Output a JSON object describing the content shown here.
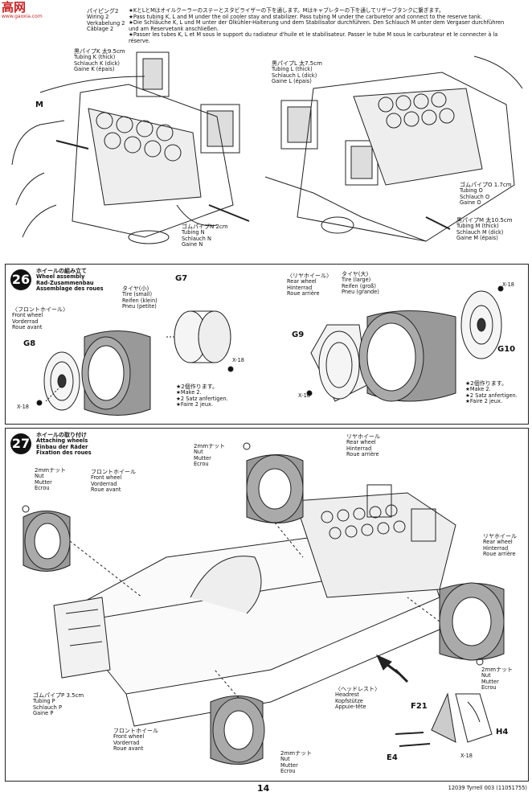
{
  "watermark": {
    "text": "高网",
    "sub": "www.gaoxia.com"
  },
  "step25": {
    "title_lines": [
      "パイピング2",
      "Wiring 2",
      "Verkabelung 2",
      "Câblage 2"
    ],
    "notes": [
      "★KとLとMはオイルクーラーのステーとスタビライザーの下を通します。Mはキャブレターの下を通してリザーブタンクに繋ぎます。",
      "★Pass tubing K, L and M under the oil cooler stay and stabilizer. Pass tubing M under the carburetor and connect to the reserve tank.",
      "★Die Schläuche K, L und M unter der Ölkühler-Halterung und dem Stabilisator durchführen. Den Schlauch M unter dem Vergaser durchführen",
      "und am Reservetank anschließen.",
      "★Passer les tubes K, L et M sous le support du radiateur d'huile et le stabilisateur. Passer le tube M sous le carburateur et le connecter à la",
      "réserve."
    ],
    "labels": {
      "k": [
        "黒パイプK 太9.5cm",
        "Tubing K (thick)",
        "Schlauch K (dick)",
        "Gaine K (épais)"
      ],
      "l": [
        "黒パイプL 太7.5cm",
        "Tubing L (thick)",
        "Schlauch L (dick)",
        "Gaine L (épais)"
      ],
      "m_part": "M",
      "n": [
        "ゴムパイプN 2cm",
        "Tubing N",
        "Schlauch N",
        "Gaine N"
      ],
      "o": [
        "ゴムパイプO 1.7cm",
        "Tubing O",
        "Schlauch O",
        "Gaine O"
      ],
      "m": [
        "黒パイプM 太10.5cm",
        "Tubing M (thick)",
        "Schlauch M (dick)",
        "Gaine M (épais)"
      ]
    }
  },
  "step26": {
    "number": "26",
    "title_lines": [
      "ホイールの組み立て",
      "Wheel assembly",
      "Rad-Zusammenbau",
      "Assemblage des roues"
    ],
    "front_wheel": [
      "〈フロントホイール〉",
      "Front wheel",
      "Vorderrad",
      "Roue avant"
    ],
    "tire_small": [
      "タイヤ(小)",
      "Tire (small)",
      "Reifen (klein)",
      "Pneu (petite)"
    ],
    "rear_wheel": [
      "〈リヤホイール〉",
      "Rear wheel",
      "Hinterrad",
      "Roue arrière"
    ],
    "tire_large": [
      "タイヤ(大)",
      "Tire (large)",
      "Reifen (groß)",
      "Pneu (grande)"
    ],
    "make2": [
      "★2個作ります。",
      "★Make 2.",
      "★2 Satz anfertigen.",
      "★Faire 2 jeux."
    ],
    "parts": {
      "g7": "G7",
      "g8": "G8",
      "g9": "G9",
      "g10": "G10",
      "x18": "X-18"
    }
  },
  "step27": {
    "number": "27",
    "title_lines": [
      "ホイールの取り付け",
      "Attaching wheels",
      "Einbau der Räder",
      "Fixation des roues"
    ],
    "nut": [
      "2mmナット",
      "Nut",
      "Mutter",
      "Ecrou"
    ],
    "front_wheel": [
      "フロントホイール",
      "Front wheel",
      "Vorderrad",
      "Roue avant"
    ],
    "rear_wheel": [
      "リヤホイール",
      "Rear wheel",
      "Hinterrad",
      "Roue arrière"
    ],
    "tubing_p": [
      "ゴムパイプP 3.5cm",
      "Tubing P",
      "Schlauch P",
      "Gaine P"
    ],
    "headrest": [
      "〈ヘッドレスト〉",
      "Headrest",
      "Kopfstütze",
      "Appuie-tête"
    ],
    "parts": {
      "f21": "F21",
      "h4": "H4",
      "e4": "E4",
      "x18": "X-18"
    }
  },
  "footer": {
    "page": "14",
    "code": "12039 Tyrrell 003 (11051755)"
  }
}
